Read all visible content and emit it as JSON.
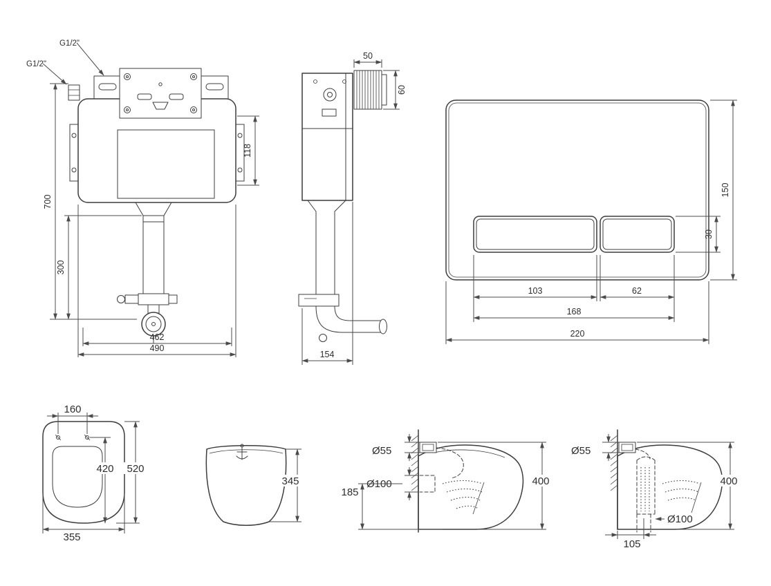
{
  "sheet": {
    "background": "#ffffff",
    "line_color": "#3c3c3c",
    "dim_color": "#4b4b4b"
  },
  "cistern_front": {
    "g12_top": "G1/2\"",
    "g12_left": "G1/2\"",
    "d118": "118",
    "d700": "700",
    "d300": "300",
    "d462": "462",
    "d490": "490"
  },
  "cistern_side": {
    "d50": "50",
    "d60": "60",
    "d154": "154"
  },
  "flush_plate": {
    "d150": "150",
    "d30": "30",
    "d103": "103",
    "d62": "62",
    "d168": "168",
    "d220": "220"
  },
  "bowl_top": {
    "d160": "160",
    "d420": "420",
    "d520": "520",
    "d355": "355"
  },
  "bowl_front": {
    "d345": "345"
  },
  "bowl_wall": {
    "d55": "Ø55",
    "d100": "Ø100",
    "d185": "185",
    "d400": "400"
  },
  "bowl_floor": {
    "d55": "Ø55",
    "d400": "400",
    "d100": "Ø100",
    "d105": "105"
  }
}
